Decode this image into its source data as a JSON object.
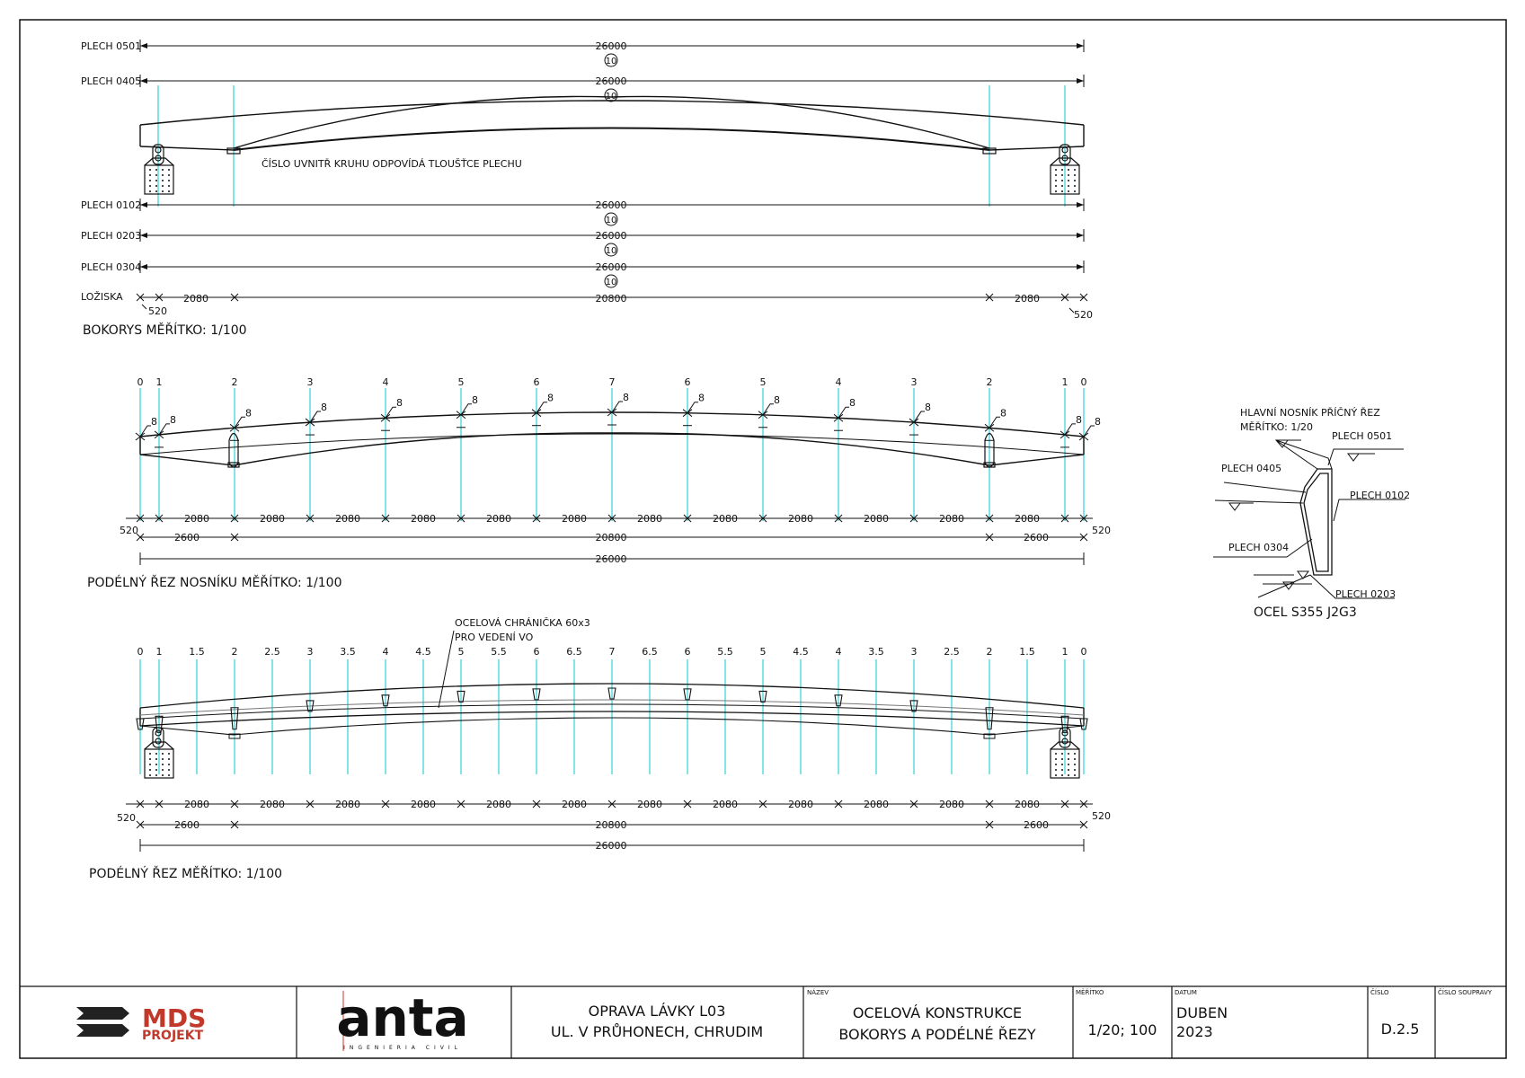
{
  "bokorys": {
    "plates": [
      {
        "label": "PLECH 0501",
        "length": "26000",
        "thickness": "10"
      },
      {
        "label": "PLECH 0405",
        "length": "26000",
        "thickness": "10"
      },
      {
        "label": "PLECH 0102",
        "length": "26000",
        "thickness": "10"
      },
      {
        "label": "PLECH 0203",
        "length": "26000",
        "thickness": "10"
      },
      {
        "label": "PLECH 0304",
        "length": "26000",
        "thickness": "10"
      }
    ],
    "bearings_label": "LOŽISKA",
    "bearing_dims": [
      "520",
      "2080",
      "20800",
      "2080",
      "520"
    ],
    "note": "ČÍSLO UVNITŘ KRUHU ODPOVÍDÁ TLOUŠŤCE PLECHU",
    "caption": "BOKORYS MĚŘÍTKO: 1/100"
  },
  "rez_nosniku": {
    "stations": [
      "0",
      "1",
      "2",
      "3",
      "4",
      "5",
      "6",
      "7",
      "6",
      "5",
      "4",
      "3",
      "2",
      "1",
      "0"
    ],
    "weld": "8",
    "spacing": "2080",
    "dim_520": "520",
    "dim_2600": "2600",
    "dim_20800": "20800",
    "dim_26000": "26000",
    "caption": "PODÉLNÝ ŘEZ NOSNÍKU MĚŘÍTKO: 1/100"
  },
  "rez": {
    "stations": [
      "0",
      "1",
      "1.5",
      "2",
      "2.5",
      "3",
      "3.5",
      "4",
      "4.5",
      "5",
      "5.5",
      "6",
      "6.5",
      "7",
      "6.5",
      "6",
      "5.5",
      "5",
      "4.5",
      "4",
      "3.5",
      "3",
      "2.5",
      "2",
      "1.5",
      "1",
      "0"
    ],
    "note_line1": "OCELOVÁ CHRÁNIČKA 60x3",
    "note_line2": "PRO VEDENÍ VO",
    "caption": "PODÉLNÝ ŘEZ MĚŘÍTKO: 1/100"
  },
  "cross_section": {
    "title_line1": "HLAVNÍ NOSNÍK PŘÍČNÝ ŘEZ",
    "title_line2": "MĚŘÍTKO: 1/20",
    "labels": [
      "PLECH 0501",
      "PLECH 0405",
      "PLECH 0102",
      "PLECH 0304",
      "PLECH 0203"
    ],
    "material": "OCEL S355 J2G3"
  },
  "title_block": {
    "logo1_text": "MDS",
    "logo1_sub": "PROJEKT",
    "logo2_text": "anta",
    "logo2_sub": "INGENIERIA CIVIL",
    "project_line1": "OPRAVA LÁVKY L03",
    "project_line2": "UL. V PRŮHONECH, CHRUDIM",
    "name_label": "NÁZEV",
    "name_line1": "OCELOVÁ KONSTRUKCE",
    "name_line2": "BOKORYS A PODÉLNÉ ŘEZY",
    "scale_label": "MĚŘÍTKO",
    "scale_value": "1/20; 100",
    "date_label": "DATUM",
    "date_line1": "DUBEN",
    "date_line2": "2023",
    "number_label": "ČÍSLO",
    "number_value": "D.2.5",
    "set_label": "ČÍSLO SOUPRAVY"
  },
  "colors": {
    "line": "#111111",
    "axis": "#2fd3d8",
    "logo_red": "#c0392b",
    "logo_dark": "#222222"
  }
}
